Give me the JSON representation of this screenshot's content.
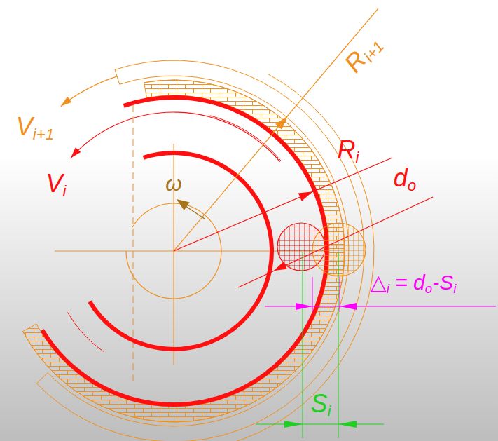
{
  "diagram": {
    "labels": [
      "Ri+1",
      "Vi+1",
      "Vi",
      "ω",
      "Ri",
      "do",
      "△i = do-Si",
      "Si"
    ]
  }
}
